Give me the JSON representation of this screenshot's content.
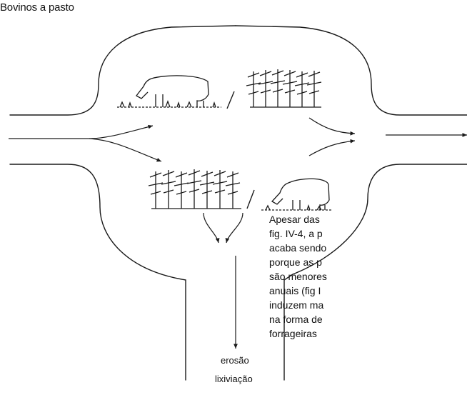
{
  "diagram": {
    "title": "Bovinos a pasto",
    "outputs": {
      "erosion": "erosão",
      "leaching": "lixiviação"
    },
    "side_text_lines": [
      "Apesar das",
      "fig. IV-4, a p",
      "acaba sendo",
      "porque as p",
      "são menores",
      "anuais (fig I",
      "induzem ma",
      "na forma de",
      "forrageiras"
    ],
    "colors": {
      "line": "#1a1a1a",
      "background": "#ffffff"
    }
  }
}
